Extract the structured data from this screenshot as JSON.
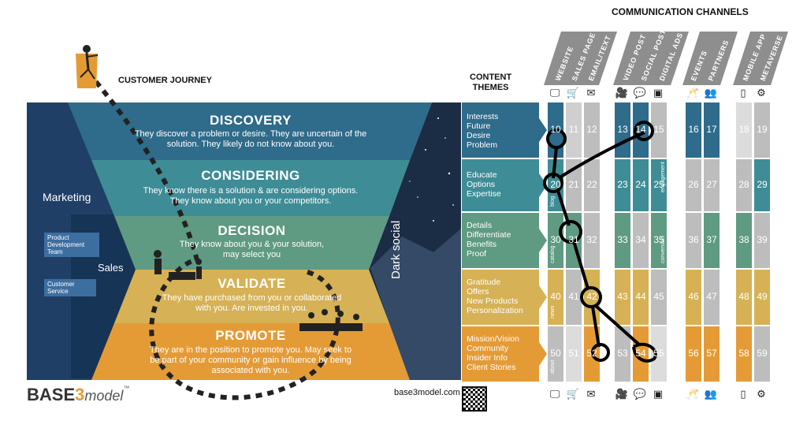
{
  "header": {
    "communication_channels": "COMMUNICATION CHANNELS",
    "customer_journey": "CUSTOMER JOURNEY",
    "content_themes_line1": "CONTENT",
    "content_themes_line2": "THEMES"
  },
  "left": {
    "marketing": "Marketing",
    "sales": "Sales",
    "product_dev_line1": "Product",
    "product_dev_line2": "Development",
    "product_dev_line3": "Team",
    "customer_service_line1": "Customer",
    "customer_service_line2": "Service",
    "dark_social": "Dark social"
  },
  "stages": [
    {
      "title": "DISCOVERY",
      "line1": "They discover a problem or desire.  They are uncertain of the",
      "line2": "solution.  They likely do not know about you.",
      "color": "#2f6b8a"
    },
    {
      "title": "CONSIDERING",
      "line1": "They know there is a solution & are considering options.",
      "line2": "They know about you or your competitors.",
      "color": "#3e8c96"
    },
    {
      "title": "DECISION",
      "line1": "They know about you & your solution,",
      "line2": "may select you",
      "color": "#5f9a82"
    },
    {
      "title": "VALIDATE",
      "line1": "They have purchased from you or collaborated",
      "line2": "with you.  Are invested in you.",
      "color": "#d6b155"
    },
    {
      "title": "PROMOTE",
      "line1": "They are in the position to promote you.  May seek to",
      "line2": "be part of your community or gain influence by being",
      "line3": "associated with you.",
      "color": "#e49b36"
    }
  ],
  "themes": [
    {
      "lines": [
        "Interests",
        "Future",
        "Desire",
        "Problem"
      ]
    },
    {
      "lines": [
        "Educate",
        "Options",
        "Expertise"
      ]
    },
    {
      "lines": [
        "Details",
        "Differentiate",
        "Benefits",
        "Proof"
      ]
    },
    {
      "lines": [
        "Gratitude",
        "Offers",
        "New Products",
        "Personalization"
      ]
    },
    {
      "lines": [
        "Mission/Vision",
        "Community",
        "Insider Info",
        "Client Stories"
      ]
    }
  ],
  "channels": {
    "website": "WEBSITE",
    "sales_page": "SALES PAGE",
    "email_text": "EMAIL/TEXT",
    "video_post": "VIDEO POST",
    "social_posts": "SOCIAL POSTS",
    "digital_ads": "DIGITAL ADS",
    "events": "EVENTS",
    "partners": "PARTNERS",
    "mobile_app": "MOBILE APP",
    "metaverse": "METAVERSE"
  },
  "grid": {
    "row1": [
      "10",
      "11",
      "12",
      "13",
      "14",
      "15",
      "16",
      "17",
      "18",
      "19"
    ],
    "row2": [
      "20",
      "21",
      "22",
      "23",
      "24",
      "25",
      "26",
      "27",
      "28",
      "29"
    ],
    "row3": [
      "30",
      "31",
      "32",
      "33",
      "34",
      "35",
      "36",
      "37",
      "38",
      "39"
    ],
    "row4": [
      "40",
      "41",
      "42",
      "43",
      "44",
      "45",
      "46",
      "47",
      "48",
      "49"
    ],
    "row5": [
      "50",
      "51",
      "52",
      "53",
      "54",
      "55",
      "56",
      "57",
      "58",
      "59"
    ]
  },
  "tags": {
    "blog": "blog",
    "engagement": "engagement",
    "catalog": "catalog",
    "conversion": "conversion",
    "news": "news",
    "about": "about"
  },
  "footer": {
    "brand_bold": "BASE",
    "brand_num": "3",
    "brand_rest": "model",
    "brand_tm": "™",
    "url": "base3model.com"
  },
  "icons": [
    "monitor-icon",
    "cart-icon",
    "envelope-icon",
    "video-camera-icon",
    "chat-icon",
    "ad-frames-icon",
    "event-people-icon",
    "partners-icon",
    "phone-icon",
    "vr-headset-icon"
  ]
}
